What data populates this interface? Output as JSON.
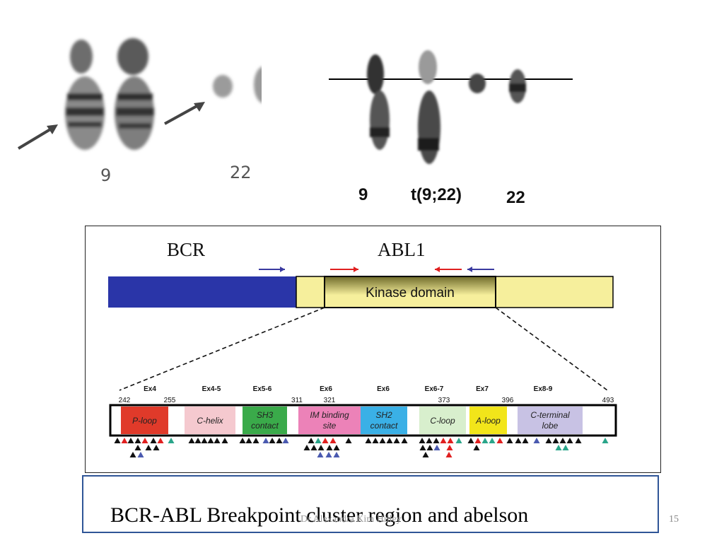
{
  "karyotype_left": {
    "label_chr9": "9",
    "label_chr22": "22"
  },
  "karyotype_right": {
    "label_chr9": "9",
    "label_translocation": "t(9;22)",
    "label_chr22": "22"
  },
  "diagram": {
    "label_bcr": "BCR",
    "label_abl1": "ABL1",
    "kinase_domain_label": "Kinase domain",
    "colors": {
      "bcr": "#2a35a8",
      "abl1": "#f6ef9c",
      "kinase_gradient_dark": "#6e6a2a",
      "kinase_gradient_light": "#f6ef9c",
      "arrow_blue": "#3a3aa0",
      "arrow_red": "#e02020"
    },
    "exon_labels": [
      "Ex4",
      "Ex4-5",
      "Ex5-6",
      "Ex6",
      "Ex6",
      "Ex6-7",
      "Ex7",
      "Ex8-9"
    ],
    "position_labels": [
      "242",
      "255",
      "311",
      "321",
      "373",
      "396",
      "493"
    ],
    "segments": [
      {
        "line1": "P-loop",
        "line2": "",
        "color": "#e03a2a"
      },
      {
        "line1": "C-helix",
        "line2": "",
        "color": "#f5c9cf"
      },
      {
        "line1": "SH3",
        "line2": "contact",
        "color": "#3aaa4a"
      },
      {
        "line1": "IM binding",
        "line2": "site",
        "color": "#ec82b8"
      },
      {
        "line1": "SH2",
        "line2": "contact",
        "color": "#3ab0e6"
      },
      {
        "line1": "C-loop",
        "line2": "",
        "color": "#d8efcd"
      },
      {
        "line1": "A-loop",
        "line2": "",
        "color": "#f2e51a"
      },
      {
        "line1": "C-terminal",
        "line2": "lobe",
        "color": "#c8c2e4"
      }
    ],
    "mutation_colors": {
      "black": "#111111",
      "red": "#e02020",
      "teal": "#2aa58a",
      "blue": "#4a5ab0"
    }
  },
  "caption": "BCR-ABL  Breakpoint  cluster region and abelson",
  "footer_overlay": "Dr Alexandra Kim Hilley",
  "page_number": "15"
}
